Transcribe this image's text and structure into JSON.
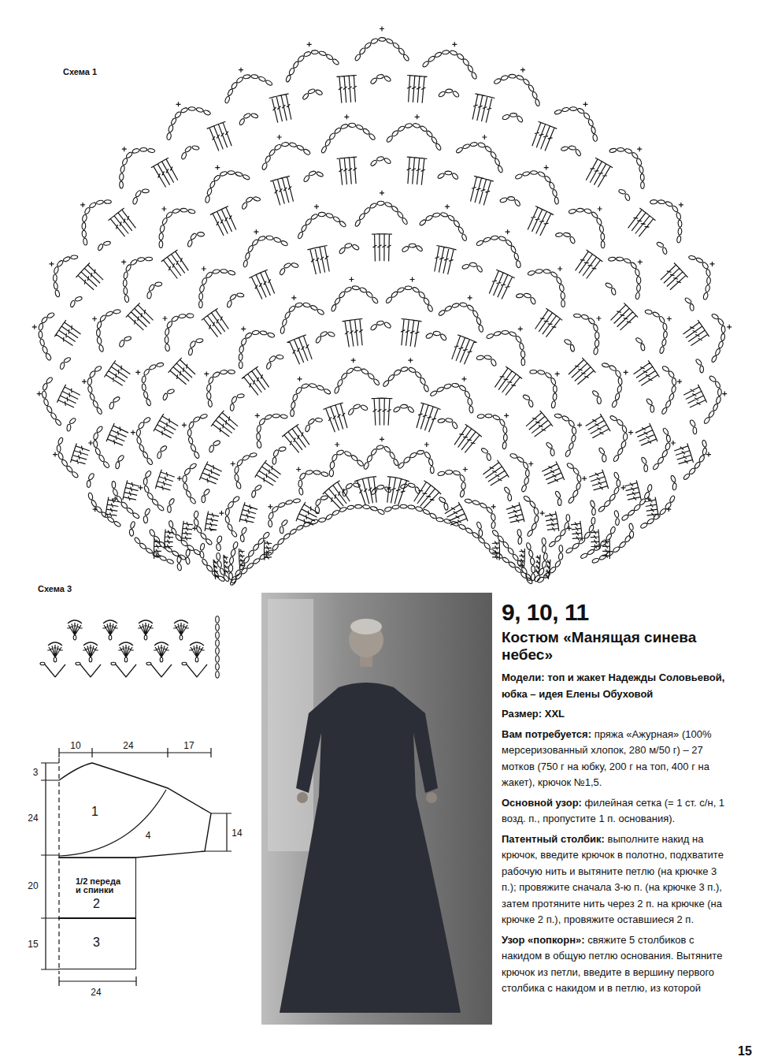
{
  "diagram": {
    "title": "Костюм «Манящая синева небес»",
    "nodes": [
      {
        "text": [
          "1"
        ]
      },
      {
        "text": [
          "1/2 переда и спинки",
          "2"
        ]
      },
      {
        "text": [
          "3"
        ]
      }
    ],
    "labels": [
      "Схема 1",
      "Схема 3",
      "10",
      "24",
      "17",
      "3",
      "24",
      "14",
      "4",
      "20",
      "15",
      "24",
      "9, 10, 11",
      "Модели: топ и жакет Надежды Соловьевой, юбка – идея Елены Обуховой",
      "Размер: XXL",
      "Вам потребуется:",
      "пряжа «Ажурная» (100% мерсеризованный хлопок, 280 м/50 г) – 27 мотков (750 г на юбку, 200 г на топ, 400 г на жакет), крючок №1,5.",
      "Основной узор:",
      "филейная сетка (= 1 ст. с/н, 1 возд. п., пропустите 1 п. основания).",
      "Патентный столбик:",
      "выполните накид на крючок, введите крючок в полотно, подхватите рабочую нить и вытяните петлю (на крючке 3 п.); провяжите сначала 3-ю п. (на крючке 3 п.), затем протяните нить через 2 п. на крючке (на крючке 2 п.), провяжите оставшиеся 2 п.",
      "Узор «попкорн»:",
      "свяжите 5 столбиков с накидом в общую петлю основания. Вытяните крючок из петли, введите в вершину первого столбика с накидом и в петлю, из которой",
      "15"
    ]
  }
}
